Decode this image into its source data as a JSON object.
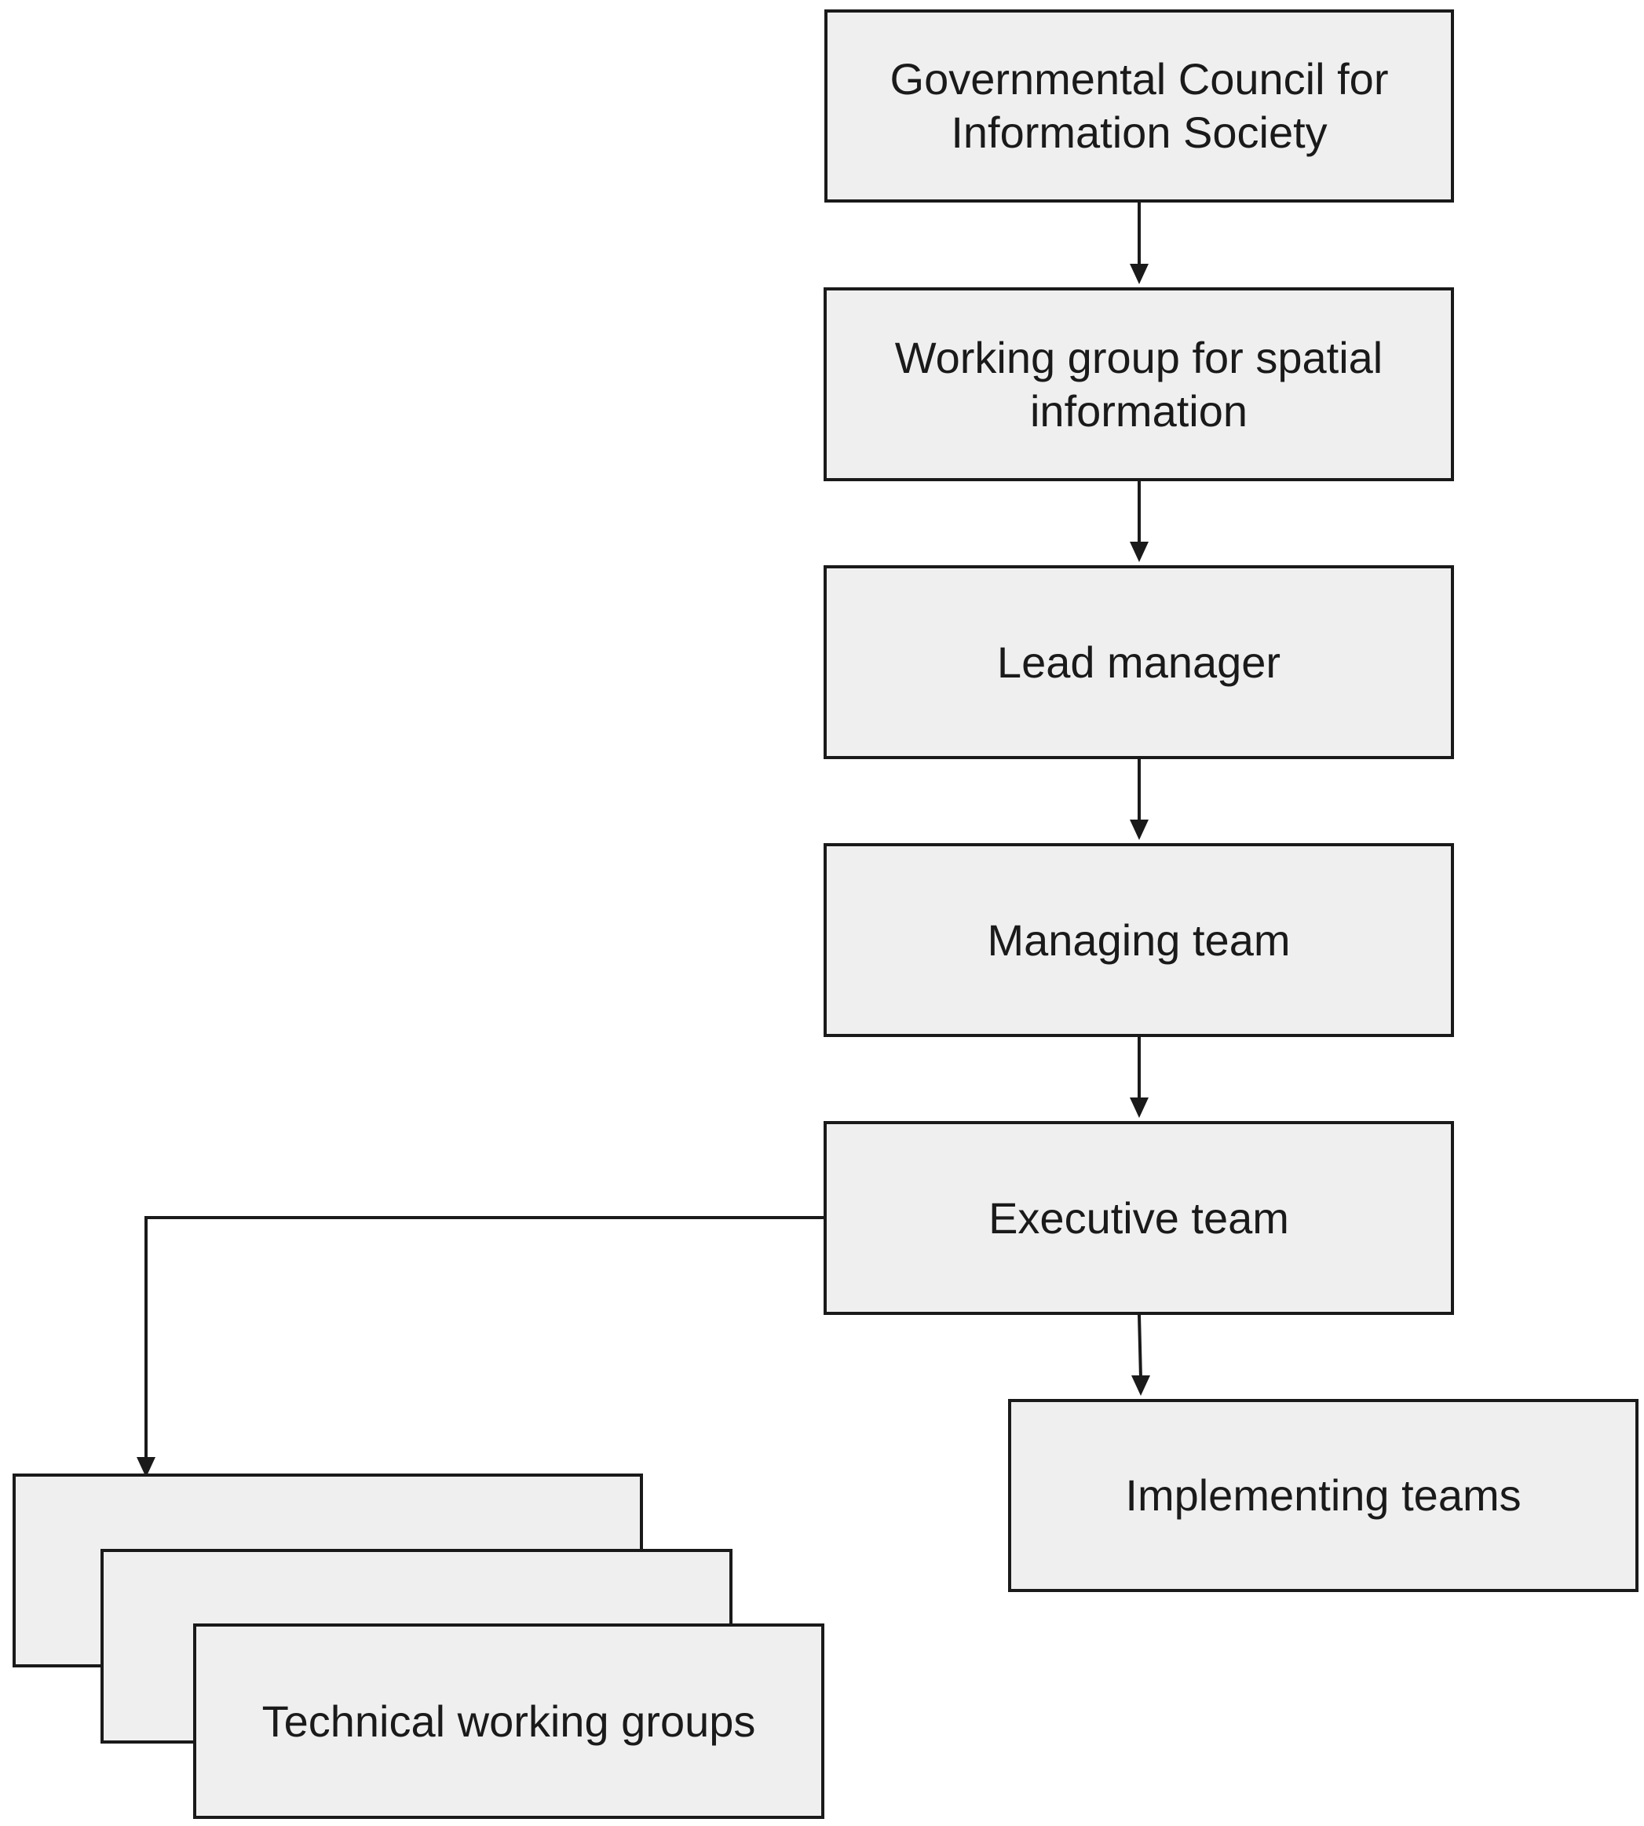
{
  "colors": {
    "box_fill": "#efefef",
    "stroke": "#1a1a1a",
    "text": "#1a1a1a",
    "background": "#ffffff"
  },
  "nodes": {
    "council": {
      "label": "Governmental Council for Information Society"
    },
    "working_group": {
      "label": "Working group for spatial information"
    },
    "lead_manager": {
      "label": "Lead manager"
    },
    "managing_team": {
      "label": "Managing team"
    },
    "executive_team": {
      "label": "Executive team"
    },
    "implementing_teams": {
      "label": "Implementing teams"
    },
    "technical_groups": {
      "label": "Technical working groups"
    }
  },
  "edges": [
    {
      "from": "council",
      "to": "working_group"
    },
    {
      "from": "working_group",
      "to": "lead_manager"
    },
    {
      "from": "lead_manager",
      "to": "managing_team"
    },
    {
      "from": "managing_team",
      "to": "executive_team"
    },
    {
      "from": "executive_team",
      "to": "implementing_teams"
    },
    {
      "from": "executive_team",
      "to": "technical_groups"
    }
  ]
}
